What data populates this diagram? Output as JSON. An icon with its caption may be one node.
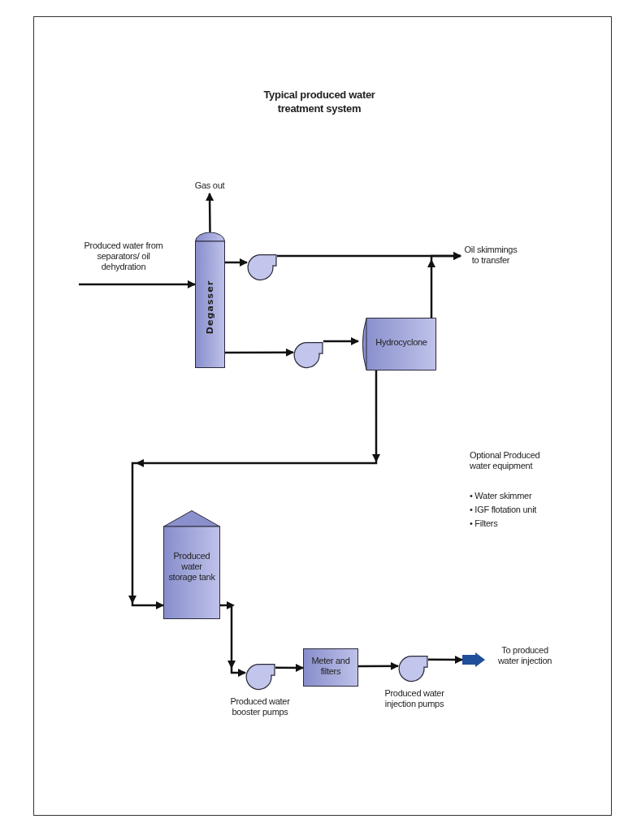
{
  "diagram": {
    "title": "Typical produced water treatment system",
    "nodes": [
      {
        "text": [
          "Produced water from separators/ oil dehydration"
        ]
      },
      {
        "text": [
          "Degasser"
        ]
      },
      {
        "text": [
          "Gas out"
        ]
      },
      {
        "text": [],
        "shape": "pump"
      },
      {
        "text": [
          "Oil skimmings to transfer"
        ]
      },
      {
        "text": [],
        "shape": "pump"
      },
      {
        "text": [
          "Hydrocyclone"
        ]
      },
      {
        "text": [
          "Produced water storage tank"
        ]
      },
      {
        "text": [],
        "shape": "pump",
        "beside": [
          "Produced water booster pumps"
        ]
      },
      {
        "text": [
          "Meter and filters"
        ]
      },
      {
        "text": [],
        "shape": "pump",
        "beside": [
          "Produced water injection pumps"
        ]
      },
      {
        "text": [],
        "shape": "arrow",
        "beside": [
          "To produced water injection"
        ]
      }
    ],
    "edges": [
      {
        "from": 0,
        "to": 1,
        "arrow": "to"
      },
      {
        "from": 1,
        "to": 2,
        "arrow": "to"
      },
      {
        "from": 1,
        "to": 3,
        "arrow": "to"
      },
      {
        "from": 3,
        "to": 4,
        "arrow": "to"
      },
      {
        "from": 6,
        "to": 4,
        "arrow": "to"
      },
      {
        "from": 1,
        "to": 5,
        "arrow": "to"
      },
      {
        "from": 5,
        "to": 6,
        "arrow": "to"
      },
      {
        "from": 6,
        "to": 7,
        "arrow": "to"
      },
      {
        "from": 7,
        "to": 8,
        "arrow": "to"
      },
      {
        "from": 8,
        "to": 9,
        "arrow": "to"
      },
      {
        "from": 9,
        "to": 10,
        "arrow": "to"
      },
      {
        "from": 10,
        "to": 11,
        "arrow": "to"
      }
    ],
    "labels": [
      "Optional Produced water equipment",
      "• Water skimmer",
      "• IGF flotation unit",
      "• Filters"
    ]
  }
}
